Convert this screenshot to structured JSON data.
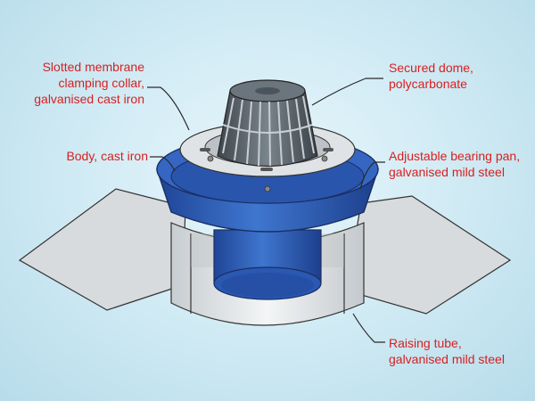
{
  "colors": {
    "label": "#d91f1f",
    "leader": "#2a2a2a",
    "body_blue": "#2f5fb8",
    "steel": "#d9dde0",
    "dome": "#5d6770"
  },
  "labels": {
    "collar": {
      "line1": "Slotted membrane",
      "line2": "clamping collar,",
      "line3": "galvanised cast iron"
    },
    "dome": {
      "line1": "Secured dome,",
      "line2": "polycarbonate"
    },
    "body": {
      "line1": "Body, cast iron"
    },
    "pan": {
      "line1": "Adjustable bearing pan,",
      "line2": "galvanised mild steel"
    },
    "tube": {
      "line1": "Raising tube,",
      "line2": "galvanised mild steel"
    }
  }
}
